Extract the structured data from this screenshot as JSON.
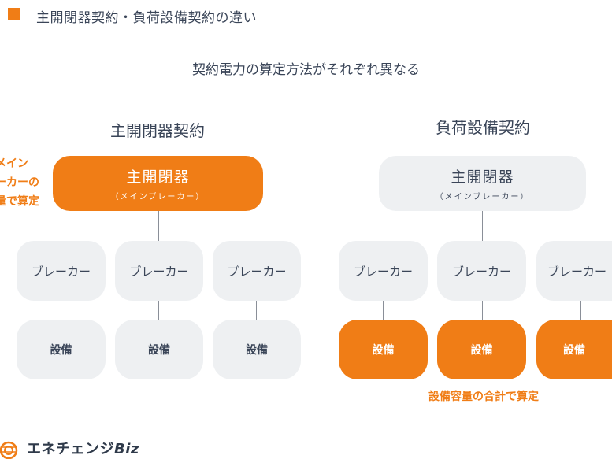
{
  "header": {
    "title": "主開閉器契約・負荷設備契約の違い",
    "accent_color": "#f07d16"
  },
  "subtitle": "契約電力の算定方法がそれぞれ異なる",
  "left": {
    "title": "主開閉器契約",
    "main_box": {
      "label": "主開閉器",
      "sub": "（メインブレーカー）"
    },
    "note_lines": [
      "メイン",
      "ーカーの",
      "量で算定"
    ],
    "breakers": [
      "ブレーカー",
      "ブレーカー",
      "ブレーカー"
    ],
    "equipment": [
      "設備",
      "設備",
      "設備"
    ]
  },
  "right": {
    "title": "負荷設備契約",
    "main_box": {
      "label": "主開閉器",
      "sub": "（メインブレーカー）"
    },
    "breakers": [
      "ブレーカー",
      "ブレーカー",
      "ブレーカー"
    ],
    "equipment": [
      "設備",
      "設備",
      "設備"
    ],
    "note": "設備容量の合計で算定"
  },
  "logo": {
    "name": "エネチェンジ",
    "suffix": "Biz",
    "icon": "enechange-logo-icon"
  },
  "colors": {
    "orange": "#f07d16",
    "gray_box": "#eef0f2",
    "text": "#3a4558"
  }
}
